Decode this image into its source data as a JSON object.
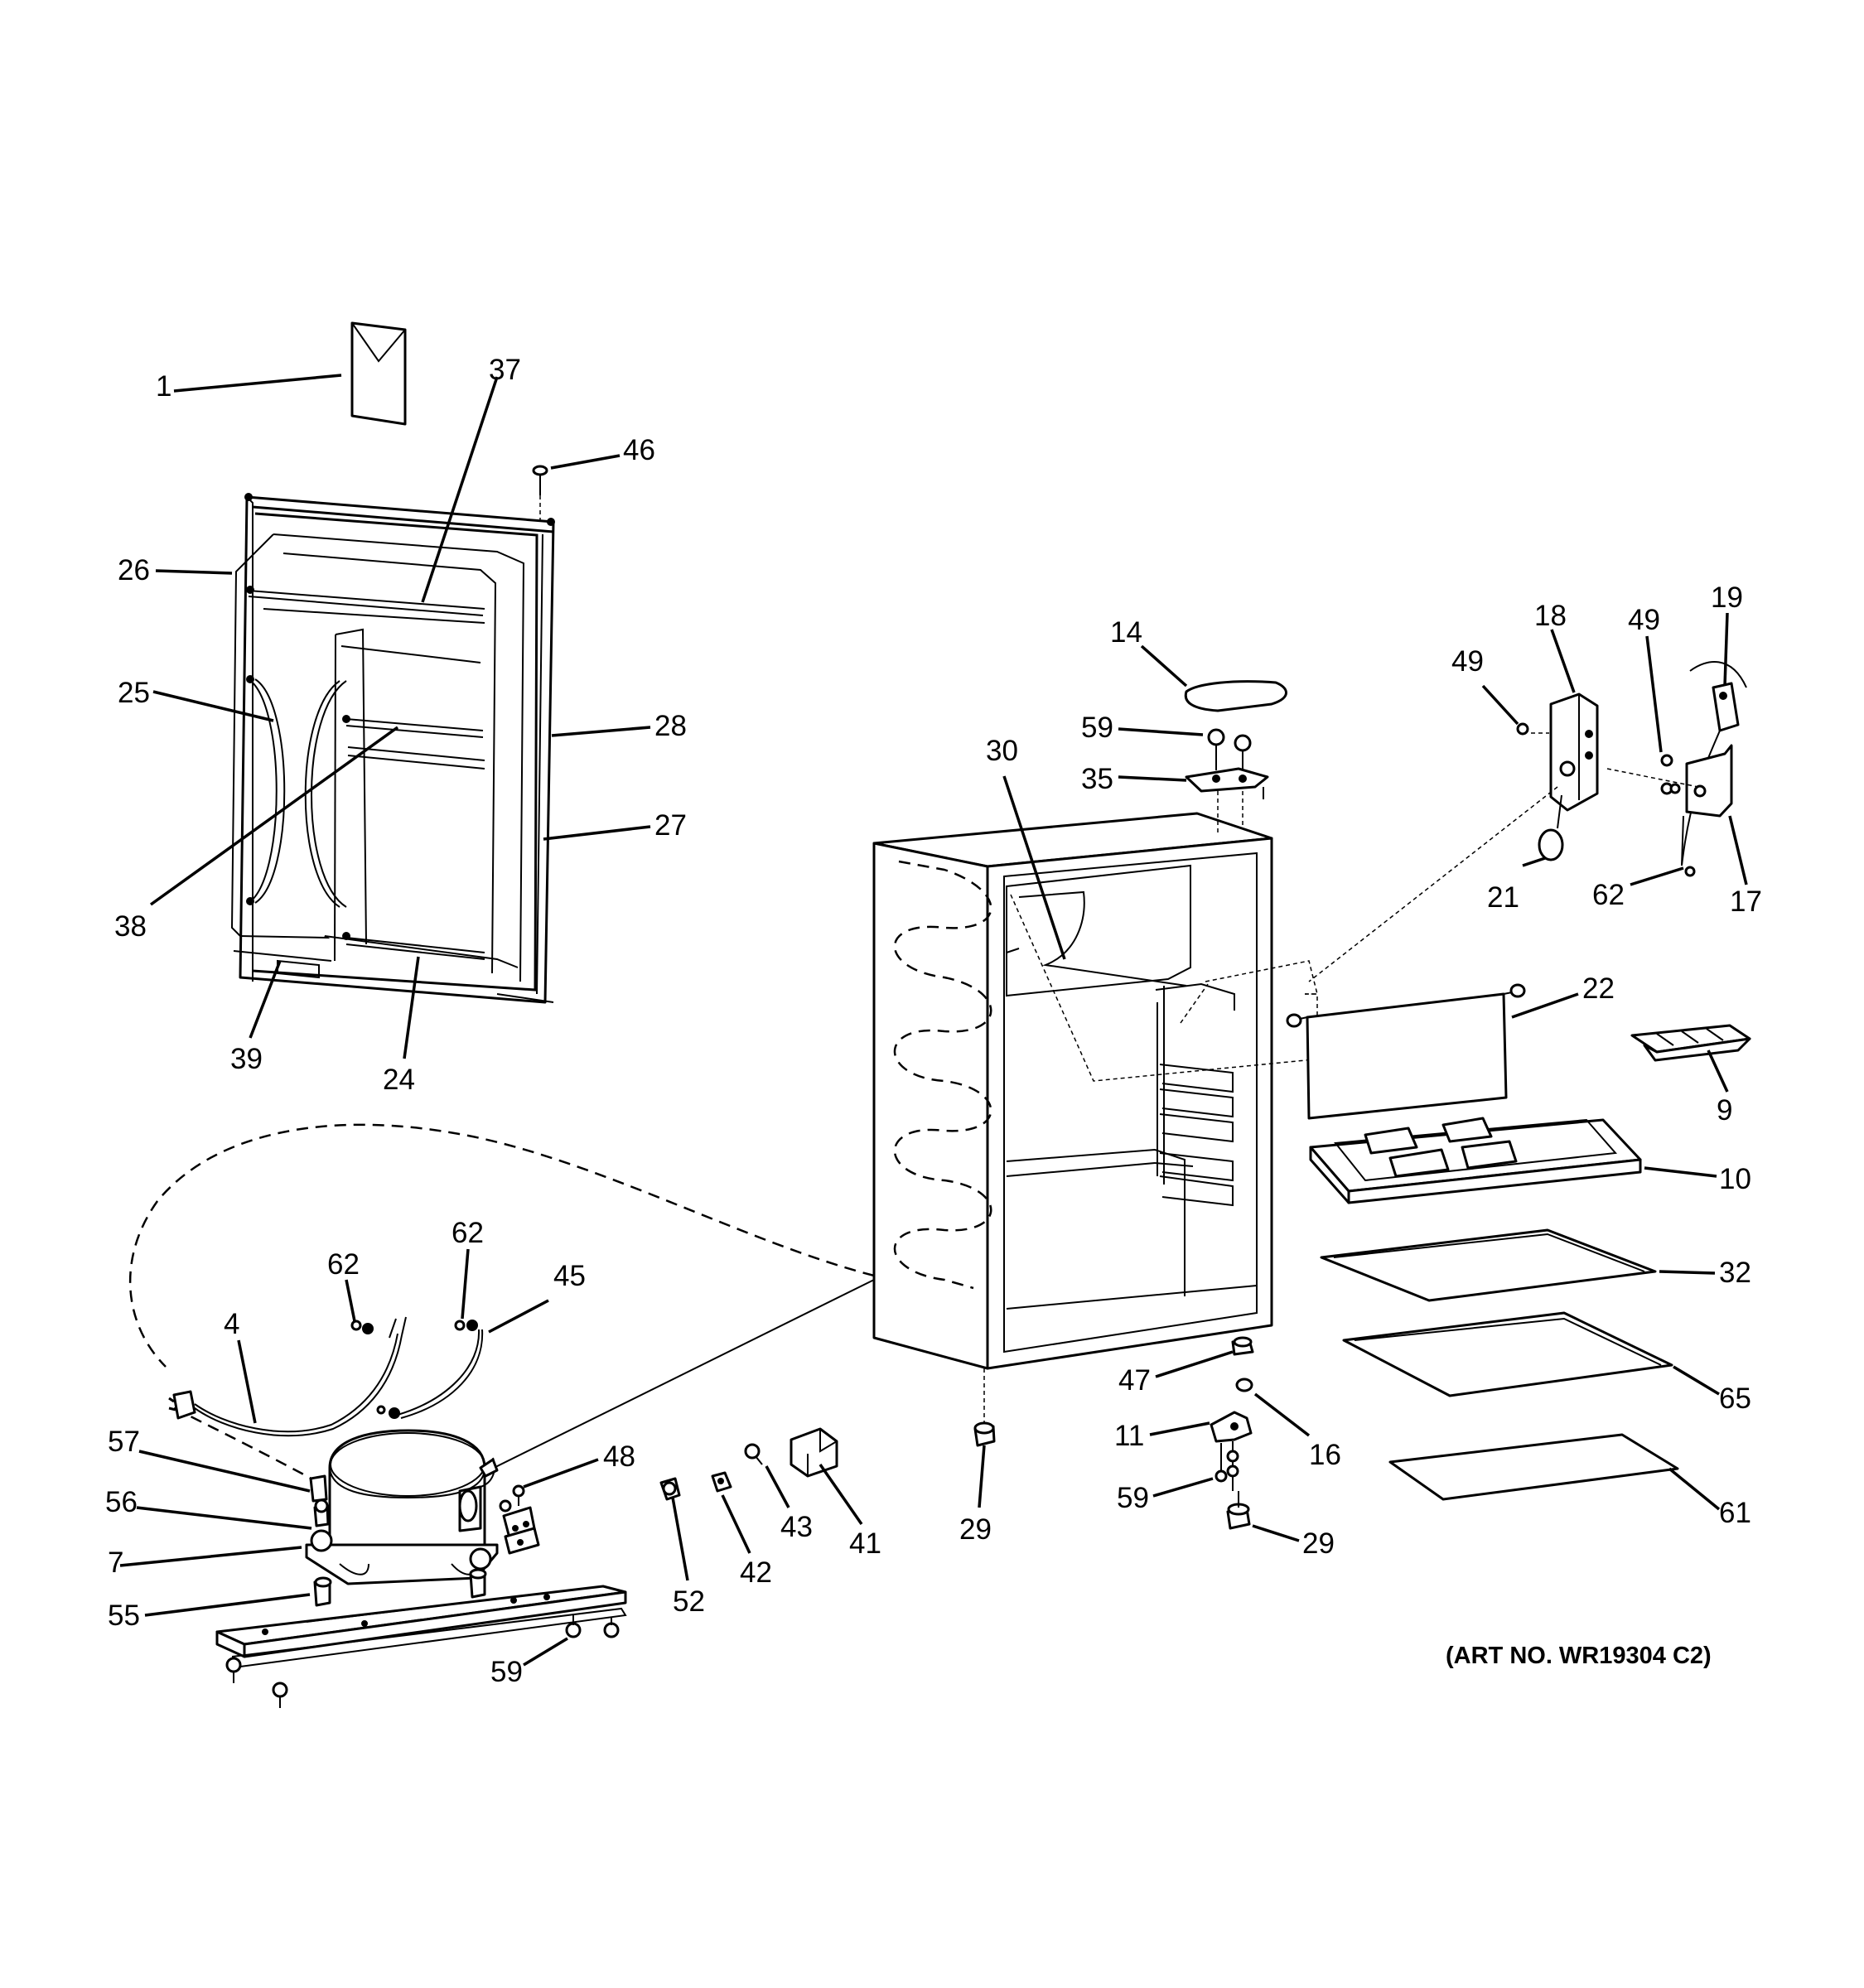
{
  "art_number": "(ART NO. WR19304 C2)",
  "callouts": [
    "1",
    "37",
    "46",
    "26",
    "25",
    "28",
    "27",
    "38",
    "39",
    "24",
    "14",
    "59",
    "35",
    "30",
    "18",
    "49",
    "49",
    "19",
    "21",
    "62",
    "17",
    "22",
    "9",
    "10",
    "32",
    "65",
    "61",
    "47",
    "11",
    "16",
    "59",
    "29",
    "29",
    "62",
    "62",
    "45",
    "4",
    "57",
    "56",
    "7",
    "55",
    "48",
    "59",
    "52",
    "42",
    "43",
    "41"
  ]
}
